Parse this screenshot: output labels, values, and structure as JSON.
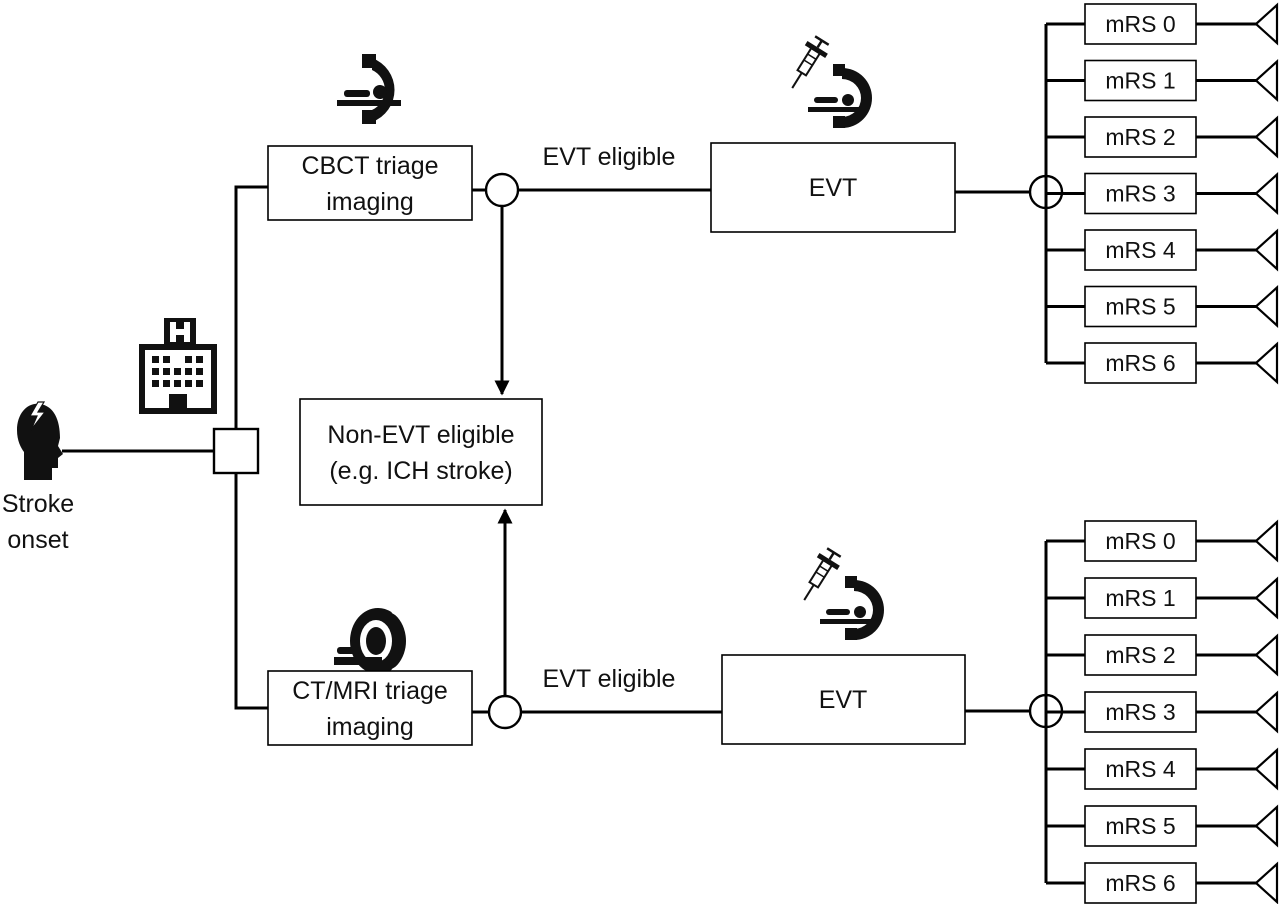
{
  "patient": {
    "line1": "Stroke",
    "line2": "onset"
  },
  "top_branch": {
    "triage_line1": "CBCT triage",
    "triage_line2": "imaging",
    "eligible_label": "EVT eligible",
    "treatment_label": "EVT",
    "outcomes": [
      "mRS 0",
      "mRS 1",
      "mRS 2",
      "mRS 3",
      "mRS 4",
      "mRS 5",
      "mRS 6"
    ]
  },
  "bottom_branch": {
    "triage_line1": "CT/MRI triage",
    "triage_line2": "imaging",
    "eligible_label": "EVT eligible",
    "treatment_label": "EVT",
    "outcomes": [
      "mRS 0",
      "mRS 1",
      "mRS 2",
      "mRS 3",
      "mRS 4",
      "mRS 5",
      "mRS 6"
    ]
  },
  "non_evt": {
    "line1": "Non-EVT eligible",
    "line2": "(e.g. ICH stroke)"
  },
  "icons": {
    "patient": "stroke-head-icon",
    "hospital": "hospital-icon",
    "cbct": "cbct-scanner-icon",
    "ct_mri": "ct-mri-scanner-icon",
    "evt": "thrombectomy-icon"
  }
}
